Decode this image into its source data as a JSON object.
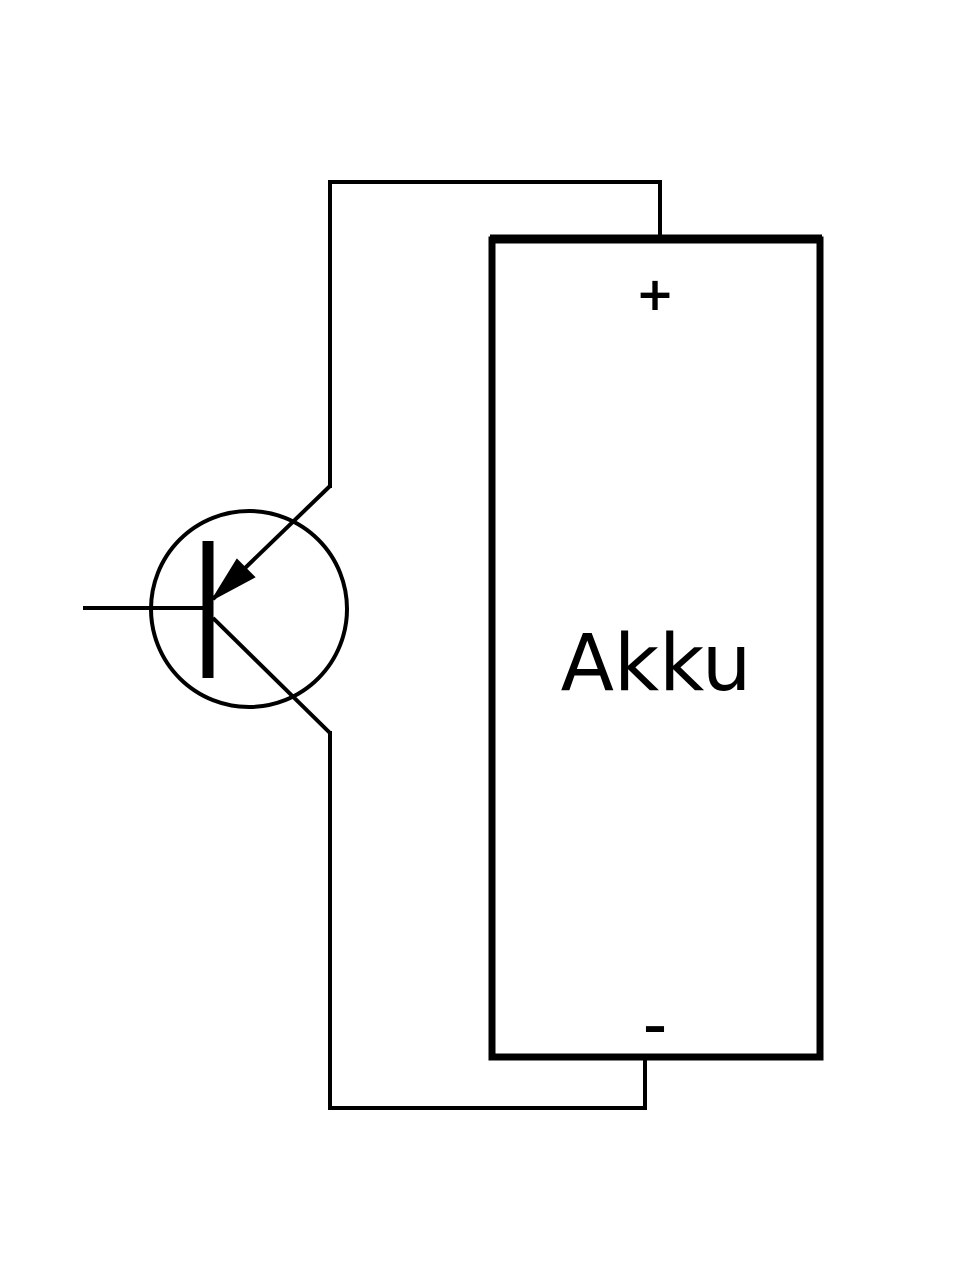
{
  "battery": {
    "label": "Akku",
    "positive_symbol": "+",
    "negative_symbol": "–"
  },
  "transistor": {
    "type": "PNP",
    "terminals": [
      "base",
      "emitter",
      "collector"
    ]
  },
  "colors": {
    "stroke": "#000000",
    "background": "#ffffff"
  }
}
